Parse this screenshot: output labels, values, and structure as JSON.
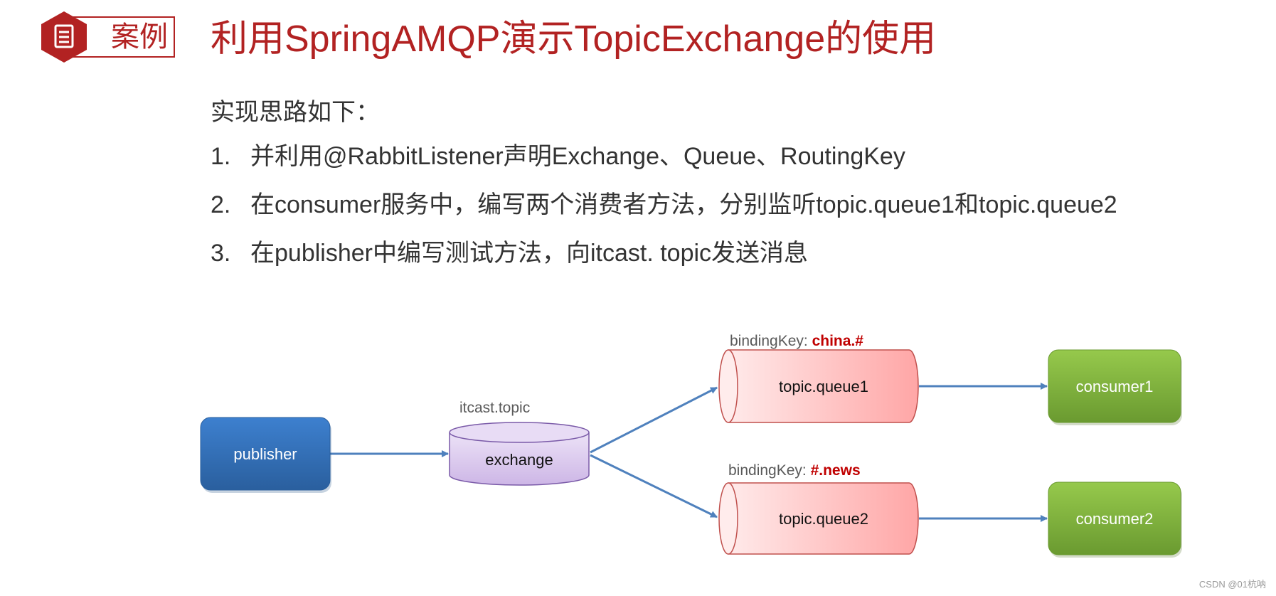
{
  "header": {
    "badge_label": "案例",
    "badge_icon": "document-icon",
    "title": "利用SpringAMQP演示TopicExchange的使用"
  },
  "content": {
    "intro": "实现思路如下：",
    "steps": [
      {
        "num": "1.",
        "text": "并利用@RabbitListener声明Exchange、Queue、RoutingKey"
      },
      {
        "num": "2.",
        "text": "在consumer服务中，编写两个消费者方法，分别监听topic.queue1和topic.queue2"
      },
      {
        "num": "3.",
        "text": "在publisher中编写测试方法，向itcast. topic发送消息"
      }
    ]
  },
  "diagram": {
    "publisher": "publisher",
    "exchange": "exchange",
    "exchange_name": "itcast.topic",
    "binding_prefix": "bindingKey: ",
    "queue1": "topic.queue1",
    "queue1_key": "china.#",
    "queue2": "topic.queue2",
    "queue2_key": "#.news",
    "consumer1": "consumer1",
    "consumer2": "consumer2"
  },
  "colors": {
    "title_red": "#b22222",
    "key_red": "#c00000",
    "arrow_blue": "#4f81bd",
    "publisher_blue": "#2e6db5",
    "exchange_purple": "#d9c7ec",
    "queue_pink": "#ffb3b3",
    "consumer_green": "#7fb13c"
  },
  "watermark": "CSDN @01杭呐"
}
